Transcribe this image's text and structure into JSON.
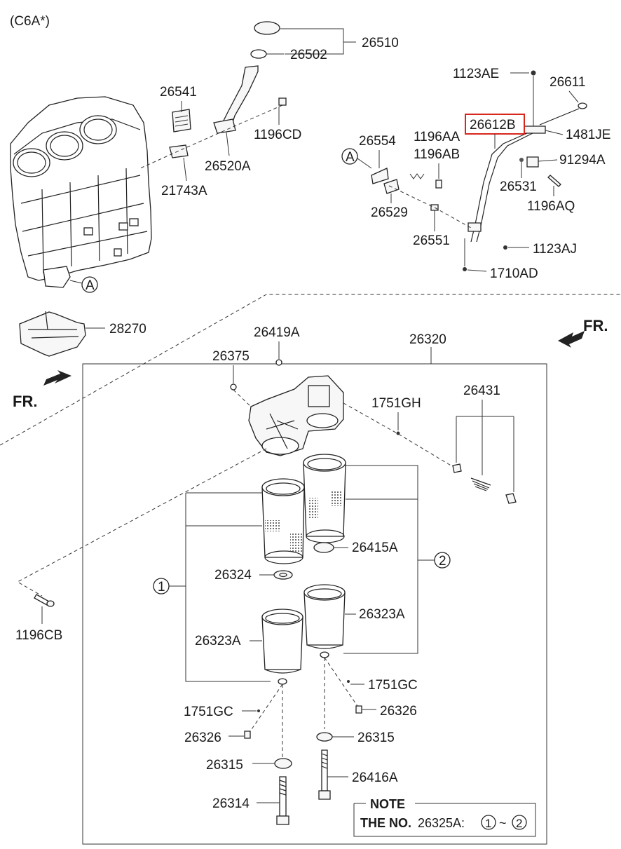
{
  "variant": "(C6A*)",
  "labels": {
    "p26510": "26510",
    "p26502": "26502",
    "p26541": "26541",
    "p1196CD": "1196CD",
    "p26520A": "26520A",
    "p21743A": "21743A",
    "p1123AE": "1123AE",
    "p26611": "26611",
    "p26612B": "26612B",
    "p1481JE": "1481JE",
    "p91294A": "91294A",
    "p26554": "26554",
    "p1196AA": "1196AA",
    "p1196AB": "1196AB",
    "p26531": "26531",
    "p1196AQ": "1196AQ",
    "p26529": "26529",
    "p26551": "26551",
    "p1123AJ": "1123AJ",
    "p1710AD": "1710AD",
    "p28270": "28270",
    "p26419A": "26419A",
    "p26320": "26320",
    "p26375": "26375",
    "p1751GH_1": "1751GH",
    "p26431": "26431",
    "p26415A": "26415A",
    "p26324": "26324",
    "p26323A_r": "26323A",
    "p26323A_l": "26323A",
    "p1196CB": "1196CB",
    "p1751GC_r": "1751GC",
    "p1751GC_l": "1751GC",
    "p26326_r": "26326",
    "p26326_l": "26326",
    "p26315_r": "26315",
    "p26315_l": "26315",
    "p26416A": "26416A",
    "p26314": "26314"
  },
  "callouts": {
    "a_top_left": "A",
    "a_top_right": "A",
    "circle1": "1",
    "circle2": "2"
  },
  "direction": {
    "fr_left": "FR.",
    "fr_right": "FR."
  },
  "note": {
    "title": "NOTE",
    "prefix": "THE NO.",
    "part": "26325A:",
    "from": "1",
    "sep": "~",
    "to": "2"
  },
  "highlight_color": "#d9261c"
}
